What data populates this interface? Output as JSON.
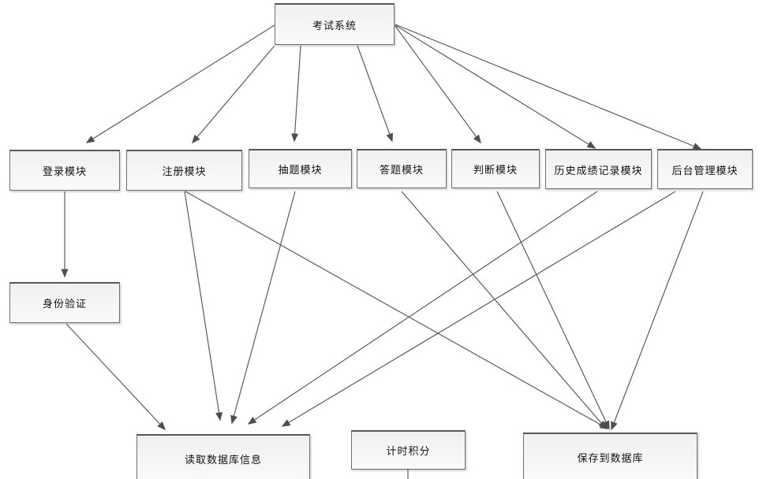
{
  "diagram": {
    "nodes": [
      {
        "id": "exam",
        "label": "考试系统"
      },
      {
        "id": "login",
        "label": "登录模块"
      },
      {
        "id": "register",
        "label": "注册模块"
      },
      {
        "id": "extract",
        "label": "抽题模块"
      },
      {
        "id": "answer",
        "label": "答题模块"
      },
      {
        "id": "judge",
        "label": "判断模块"
      },
      {
        "id": "history",
        "label": "历史成绩记录模块"
      },
      {
        "id": "admin",
        "label": "后台管理模块"
      },
      {
        "id": "identity",
        "label": "身份验证"
      },
      {
        "id": "read",
        "label": "读取数据库信息"
      },
      {
        "id": "timer",
        "label": "计时积分"
      },
      {
        "id": "save",
        "label": "保存到数据库"
      }
    ],
    "edges": [
      {
        "from": "exam",
        "to": "login"
      },
      {
        "from": "exam",
        "to": "register"
      },
      {
        "from": "exam",
        "to": "extract"
      },
      {
        "from": "exam",
        "to": "answer"
      },
      {
        "from": "exam",
        "to": "judge"
      },
      {
        "from": "exam",
        "to": "history"
      },
      {
        "from": "exam",
        "to": "admin"
      },
      {
        "from": "login",
        "to": "identity"
      },
      {
        "from": "identity",
        "to": "read"
      },
      {
        "from": "register",
        "to": "read"
      },
      {
        "from": "register",
        "to": "save"
      },
      {
        "from": "extract",
        "to": "read"
      },
      {
        "from": "answer",
        "to": "save"
      },
      {
        "from": "judge",
        "to": "save"
      },
      {
        "from": "history",
        "to": "read"
      },
      {
        "from": "admin",
        "to": "read"
      },
      {
        "from": "admin",
        "to": "save"
      }
    ],
    "colors": {
      "background": "#ffffff",
      "box_fill": "#f4f4f4",
      "box_border": "#6f6f6f",
      "line": "#5c5c5c",
      "text": "#111111"
    }
  }
}
